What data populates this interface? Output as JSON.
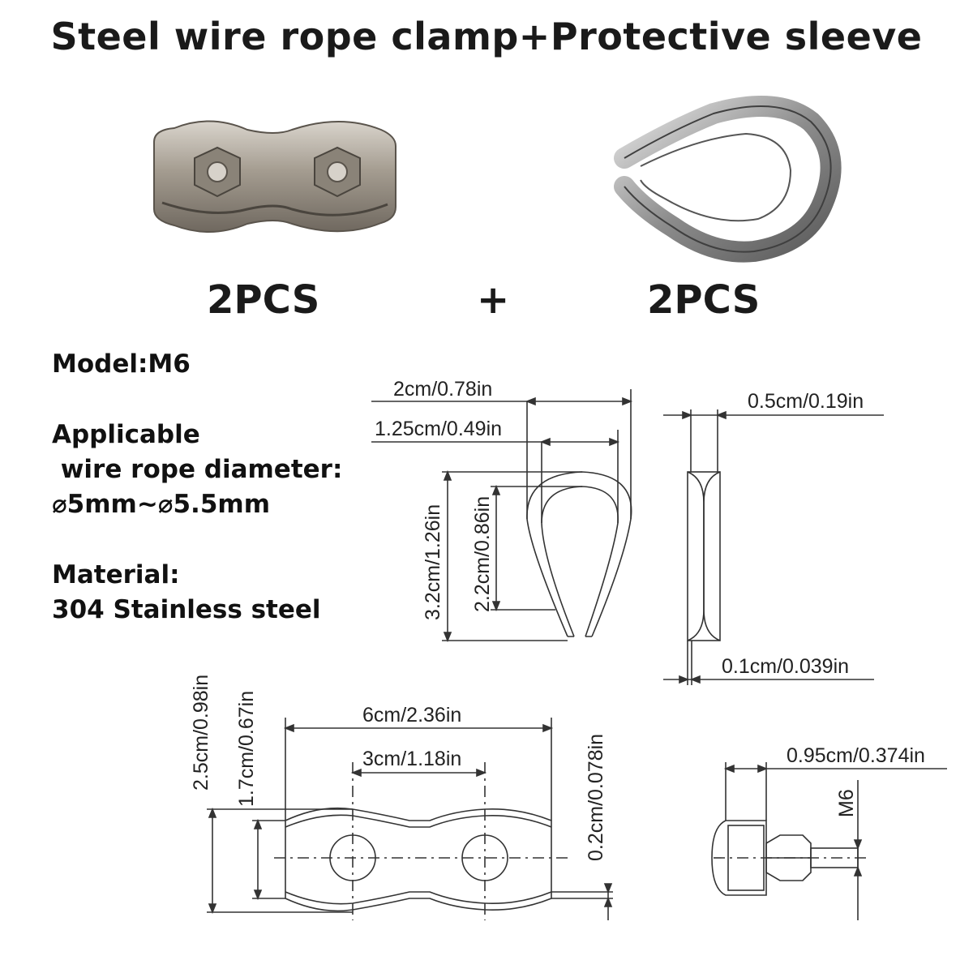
{
  "title": "Steel wire rope clamp+Protective sleeve",
  "quantities": {
    "clamp": "2PCS",
    "plus": "+",
    "sleeve": "2PCS"
  },
  "specs": {
    "model": "Model:M6",
    "applicable_l1": "Applicable",
    "applicable_l2": " wire rope diameter:",
    "applicable_l3": "⌀5mm~⌀5.5mm",
    "material_l1": "Material:",
    "material_l2": "304 Stainless steel"
  },
  "thimble_dims": {
    "width_outer": "2cm/0.78in",
    "width_inner": "1.25cm/0.49in",
    "height_outer": "3.2cm/1.26in",
    "height_inner": "2.2cm/0.86in",
    "groove_width": "0.5cm/0.19in",
    "thickness": "0.1cm/0.039in"
  },
  "clamp_dims": {
    "height_outer": "2.5cm/0.98in",
    "height_inner": "1.7cm/0.67in",
    "length": "6cm/2.36in",
    "bolt_spacing": "3cm/1.18in",
    "plate_thickness": "0.2cm/0.078in",
    "bolt_length": "0.95cm/0.374in",
    "bolt_thread": "M6"
  },
  "colors": {
    "text": "#111111",
    "line": "#333333"
  }
}
